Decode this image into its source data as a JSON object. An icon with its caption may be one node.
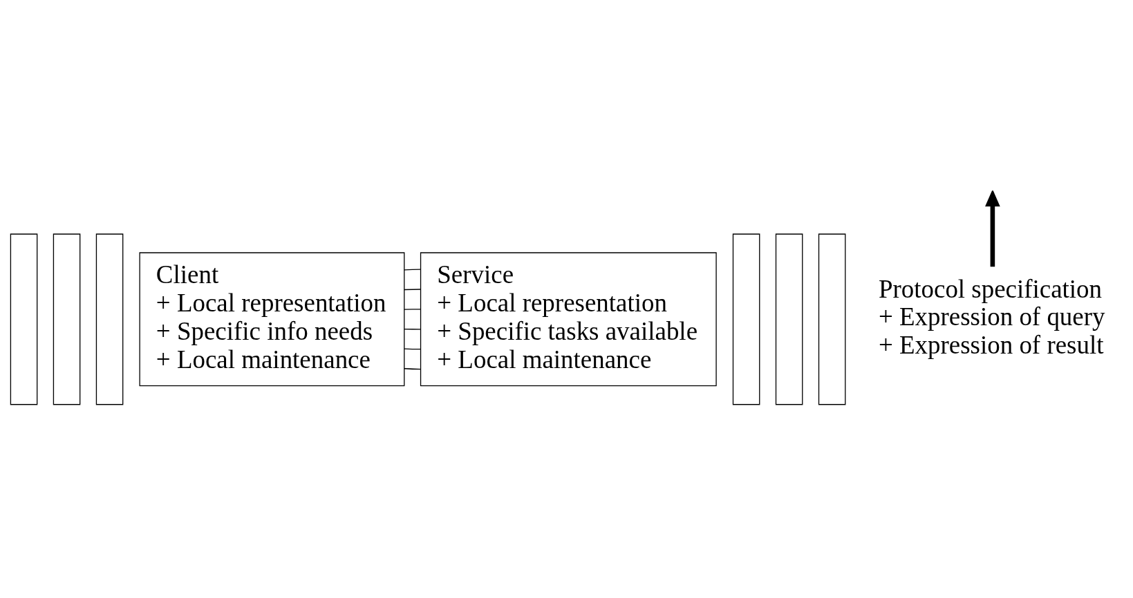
{
  "diagram": {
    "nodes": [
      {
        "text": [],
        "shape": "box"
      },
      {
        "text": [],
        "shape": "box"
      },
      {
        "text": [],
        "shape": "box"
      },
      {
        "text": [
          "Client",
          "+ Local representation",
          "+ Specific info needs",
          "+ Local maintenance"
        ]
      },
      {
        "text": [],
        "shape": "box"
      },
      {
        "text": [],
        "shape": "box"
      },
      {
        "text": [],
        "shape": "box"
      },
      {
        "text": [
          "Service",
          "+ Local representation",
          "+ Specific tasks available",
          "+ Local maintenance"
        ]
      },
      {
        "text": [
          "Protocol specification",
          "+ Expression of query",
          "+ Expression of result"
        ]
      }
    ],
    "edges": [
      {
        "from": 3,
        "to": 7,
        "arrow": "none"
      },
      {
        "from": 3,
        "to": 7,
        "arrow": "none"
      },
      {
        "from": 3,
        "to": 7,
        "arrow": "none"
      },
      {
        "from": 3,
        "to": 7,
        "arrow": "none"
      },
      {
        "from": 3,
        "to": 7,
        "arrow": "none"
      },
      {
        "from": 3,
        "to": 7,
        "arrow": "none"
      },
      {
        "from": 8,
        "to": null,
        "arrow": "to",
        "style": "thick"
      }
    ]
  }
}
